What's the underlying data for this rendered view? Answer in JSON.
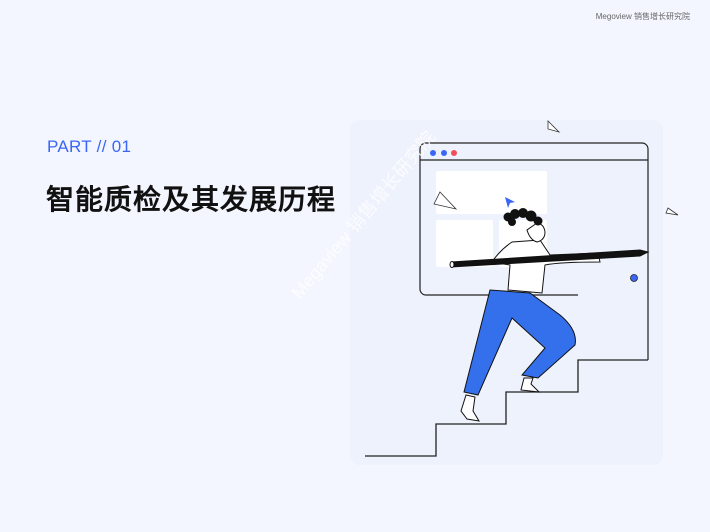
{
  "header": {
    "brand": "Megoview 销售增长研究院"
  },
  "section": {
    "label": "PART // 01",
    "title": "智能质检及其发展历程"
  },
  "watermark": {
    "text": "Megaview 销售增长研究院"
  },
  "colors": {
    "accent": "#3b66f5",
    "pants": "#3570ec",
    "dot_red": "#f0505a"
  },
  "icons": [
    "paper-plane-icon",
    "cursor-arrow-icon",
    "window-dots-icon"
  ]
}
